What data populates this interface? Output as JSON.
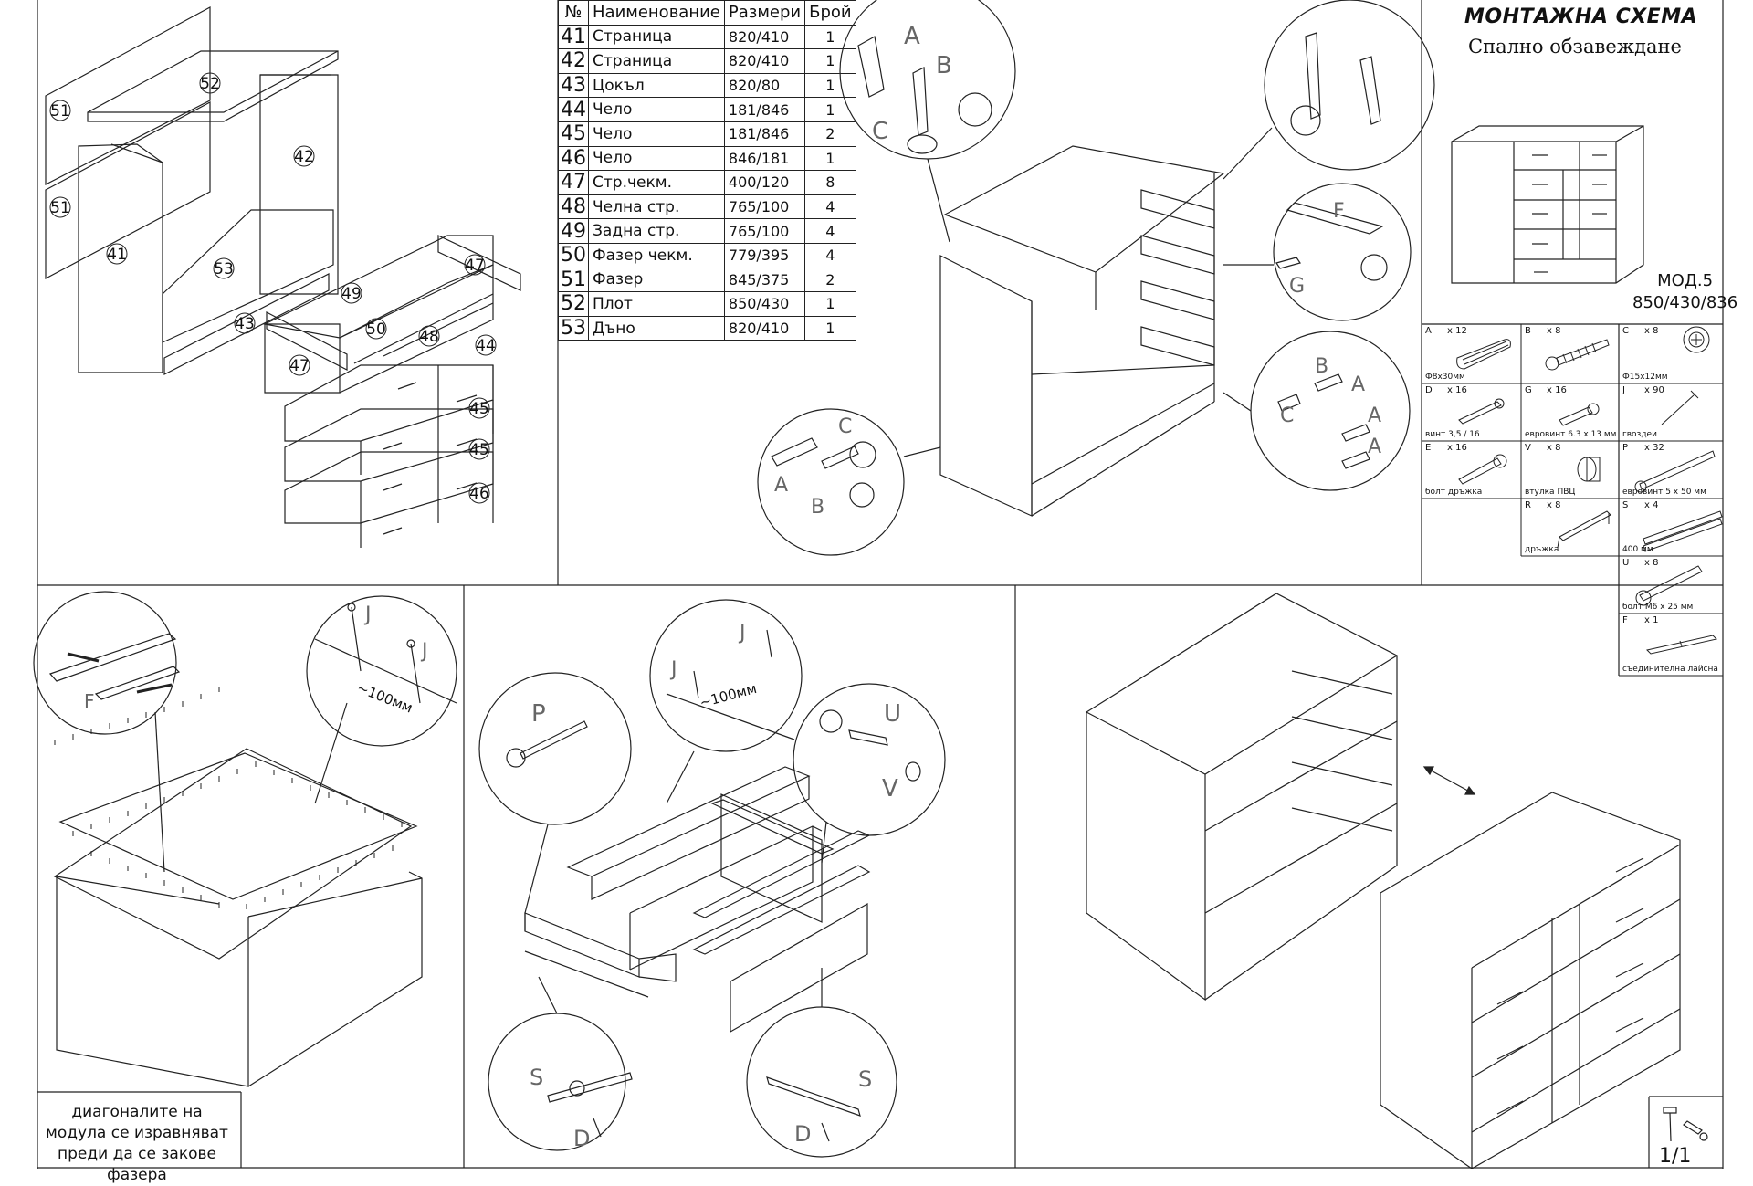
{
  "title": "МОНТАЖНА СХЕМА",
  "subtitle": "Спално обзавеждане",
  "model": {
    "name": "МОД.5",
    "dims": "850/430/836"
  },
  "parts_table": {
    "headers": [
      "№",
      "Наименование",
      "Размери",
      "Брой"
    ],
    "rows": [
      {
        "no": "41",
        "name": "Страница",
        "size": "820/410",
        "qty": "1"
      },
      {
        "no": "42",
        "name": "Страница",
        "size": "820/410",
        "qty": "1"
      },
      {
        "no": "43",
        "name": "Цокъл",
        "size": "820/80",
        "qty": "1"
      },
      {
        "no": "44",
        "name": "Чело",
        "size": "181/846",
        "qty": "1"
      },
      {
        "no": "45",
        "name": "Чело",
        "size": "181/846",
        "qty": "2"
      },
      {
        "no": "46",
        "name": "Чело",
        "size": "846/181",
        "qty": "1"
      },
      {
        "no": "47",
        "name": "Стр.чекм.",
        "size": "400/120",
        "qty": "8"
      },
      {
        "no": "48",
        "name": "Челна стр.",
        "size": "765/100",
        "qty": "4"
      },
      {
        "no": "49",
        "name": "Задна стр.",
        "size": "765/100",
        "qty": "4"
      },
      {
        "no": "50",
        "name": "Фазер чекм.",
        "size": "779/395",
        "qty": "4"
      },
      {
        "no": "51",
        "name": "Фазер",
        "size": "845/375",
        "qty": "2"
      },
      {
        "no": "52",
        "name": "Плот",
        "size": "850/430",
        "qty": "1"
      },
      {
        "no": "53",
        "name": "Дъно",
        "size": "820/410",
        "qty": "1"
      }
    ]
  },
  "hardware": [
    {
      "letter": "A",
      "qty": "x 12",
      "caption": "Ф8x30мм"
    },
    {
      "letter": "B",
      "qty": "x 8",
      "caption": ""
    },
    {
      "letter": "C",
      "qty": "x 8",
      "caption": "Ф15x12мм"
    },
    {
      "letter": "D",
      "qty": "x 16",
      "caption": "винт 3,5 / 16"
    },
    {
      "letter": "G",
      "qty": "x 16",
      "caption": "евровинт 6.3 x 13 мм"
    },
    {
      "letter": "J",
      "qty": "x 90",
      "caption": "гвоздеи"
    },
    {
      "letter": "E",
      "qty": "x 16",
      "caption": "болт дръжка"
    },
    {
      "letter": "V",
      "qty": "x 8",
      "caption": "втулка ПВЦ"
    },
    {
      "letter": "P",
      "qty": "x 32",
      "caption": "евровинт 5 x 50 мм"
    },
    {
      "letter": "R",
      "qty": "x 8",
      "caption": "дръжка"
    },
    {
      "letter": "S",
      "qty": "x 4",
      "caption": "400 мм"
    },
    {
      "letter": "U",
      "qty": "x 8",
      "caption": "болт М6 x 25 мм"
    },
    {
      "letter": "F",
      "qty": "x 1",
      "caption": "съединителна лайсна"
    }
  ],
  "part_labels": [
    "52",
    "51",
    "51",
    "42",
    "41",
    "53",
    "43",
    "47",
    "49",
    "50",
    "48",
    "44",
    "47",
    "45",
    "45",
    "46"
  ],
  "callouts": {
    "detail1": [
      "A",
      "B",
      "C"
    ],
    "detail2": [
      "F",
      "G"
    ],
    "detail3": [
      "B",
      "C",
      "A",
      "A",
      "A"
    ],
    "detail4": [
      "C",
      "A",
      "B"
    ],
    "nails": [
      "J",
      "J",
      "~100мм"
    ],
    "strip": "F",
    "panel2": [
      "P",
      "J",
      "J",
      "~100мм",
      "U",
      "V",
      "S",
      "D",
      "D",
      "S"
    ]
  },
  "note": "диагоналите на модула се изравняват преди да се закове фазера",
  "page": "1/1"
}
